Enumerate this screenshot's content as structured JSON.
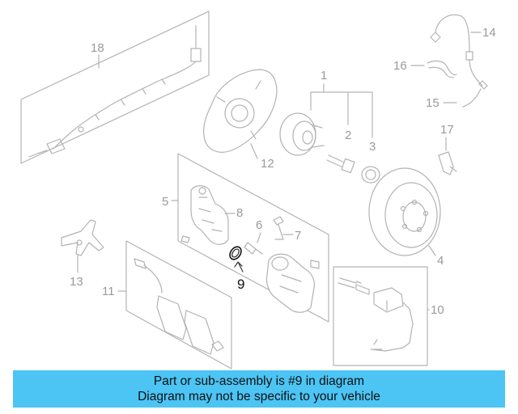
{
  "diagram": {
    "callouts": {
      "c1": "1",
      "c2": "2",
      "c3": "3",
      "c4": "4",
      "c5": "5",
      "c6": "6",
      "c7": "7",
      "c8": "8",
      "c9": "9",
      "c10": "10",
      "c11": "11",
      "c12": "12",
      "c13": "13",
      "c14": "14",
      "c15": "15",
      "c16": "16",
      "c17": "17",
      "c18": "18"
    },
    "highlighted_part": "9",
    "highlight_color": "#111111",
    "line_color": "#b3b3b3"
  },
  "caption": {
    "line1": "Part or sub-assembly is #9 in diagram",
    "line2": "Diagram may not be specific to your vehicle",
    "background": "#4cc4f4"
  }
}
